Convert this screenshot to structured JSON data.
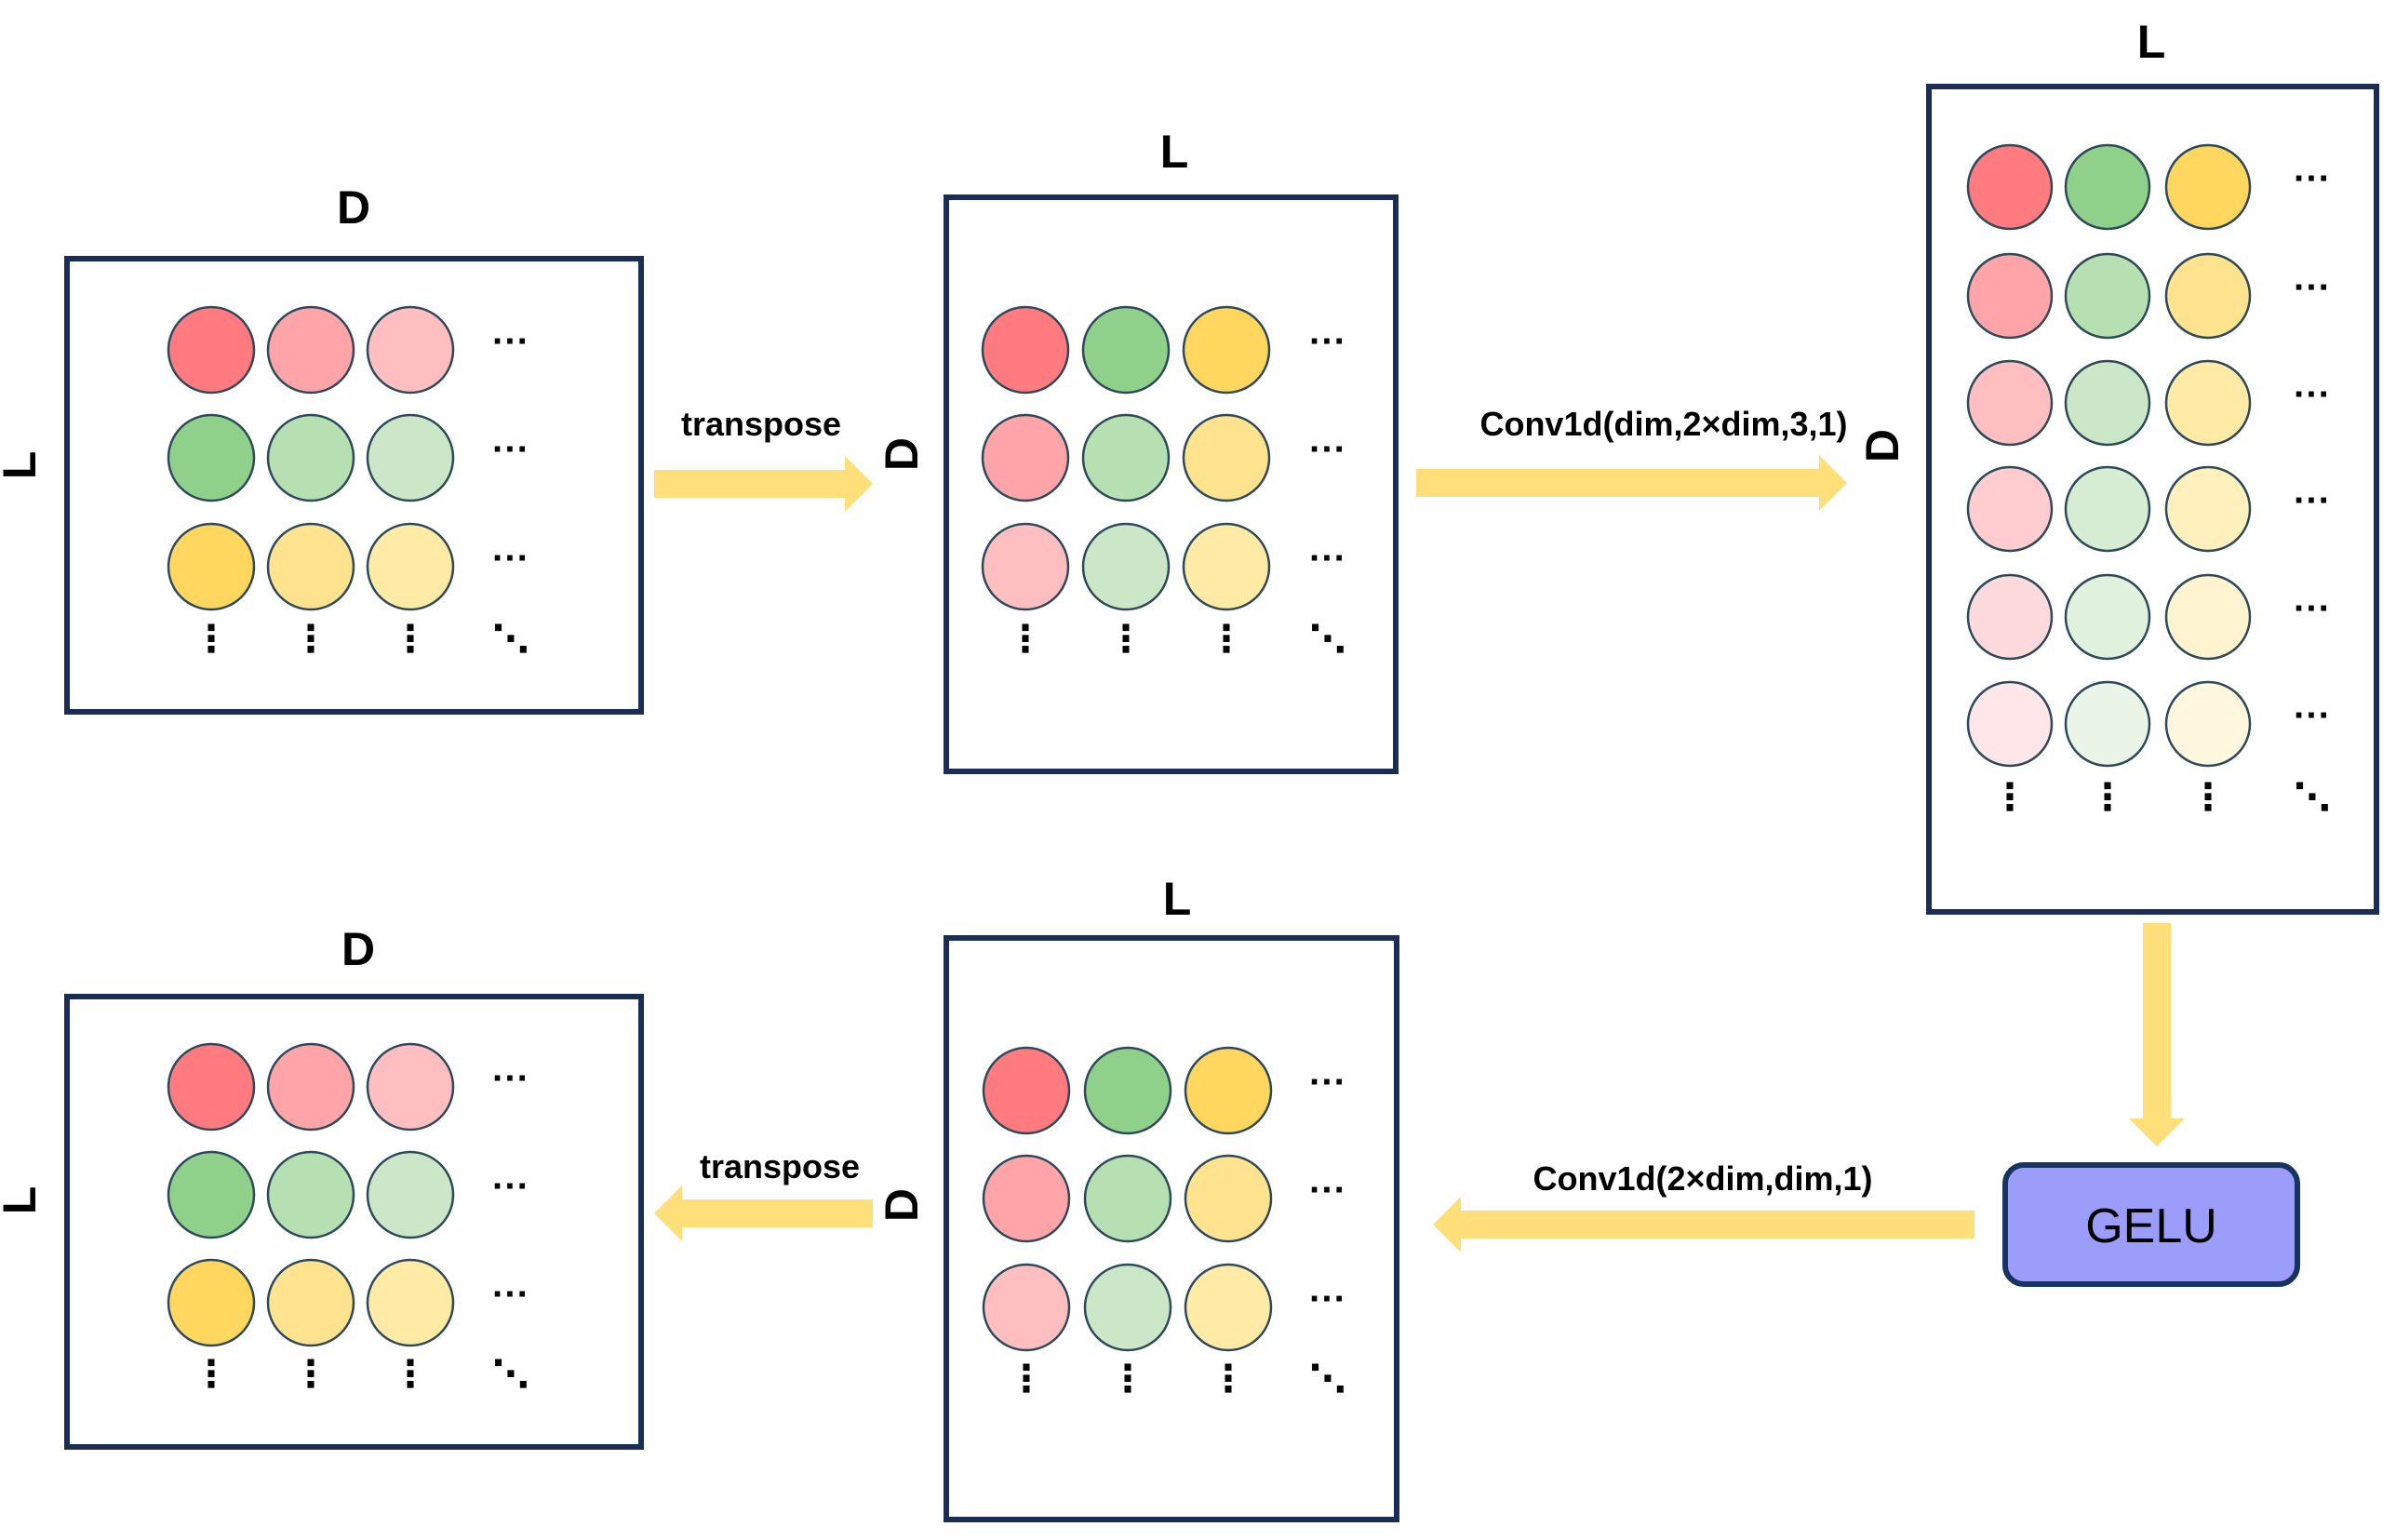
{
  "colors": {
    "box_border": "#1a2e55",
    "arrow": "#ffdf7a",
    "gelu_fill": "#9c9cfa",
    "gelu_border": "#17335f",
    "red": [
      "#ff7b7f",
      "#ffa5aa",
      "#ffbfc1",
      "#ffccd0",
      "#ffdadd",
      "#ffe6e8"
    ],
    "green": [
      "#8fd18a",
      "#b7e0b2",
      "#cbe7c7",
      "#d6edd3",
      "#e0f2dd",
      "#eaf5e7"
    ],
    "yellow": [
      "#ffd75e",
      "#ffe38e",
      "#ffeaa6",
      "#fff0bd",
      "#fff4cf",
      "#fff8de"
    ]
  },
  "labels": {
    "L": "L",
    "D": "D",
    "transpose": "transpose",
    "conv_up": "Conv1d(dim,2×dim,3,1)",
    "conv_down": "Conv1d(2×dim,dim,1)",
    "gelu": "GELU",
    "h_ellipsis": "···",
    "v_ellipsis": "⋮",
    "d_ellipsis": "⋱"
  },
  "matrices": [
    {
      "id": "input-matrix",
      "top_label": "D",
      "side_label": "L",
      "rows": [
        [
          "red0",
          "red1",
          "red2"
        ],
        [
          "green0",
          "green1",
          "green2"
        ],
        [
          "yellow0",
          "yellow1",
          "yellow2"
        ]
      ]
    },
    {
      "id": "transposed-matrix",
      "top_label": "L",
      "side_label": "D",
      "rows": [
        [
          "red0",
          "green0",
          "yellow0"
        ],
        [
          "red1",
          "green1",
          "yellow1"
        ],
        [
          "red2",
          "green2",
          "yellow2"
        ]
      ]
    },
    {
      "id": "expanded-matrix",
      "top_label": "L",
      "side_label": "D",
      "rows": [
        [
          "red0",
          "green0",
          "yellow0"
        ],
        [
          "red1",
          "green1",
          "yellow1"
        ],
        [
          "red2",
          "green2",
          "yellow2"
        ],
        [
          "red3",
          "green3",
          "yellow3"
        ],
        [
          "red4",
          "green4",
          "yellow4"
        ],
        [
          "red5",
          "green5",
          "yellow5"
        ]
      ]
    },
    {
      "id": "reduced-matrix",
      "top_label": "L",
      "side_label": "D",
      "rows": [
        [
          "red0",
          "green0",
          "yellow0"
        ],
        [
          "red1",
          "green1",
          "yellow1"
        ],
        [
          "red2",
          "green2",
          "yellow2"
        ]
      ]
    },
    {
      "id": "output-matrix",
      "top_label": "D",
      "side_label": "L",
      "rows": [
        [
          "red0",
          "red1",
          "red2"
        ],
        [
          "green0",
          "green1",
          "green2"
        ],
        [
          "yellow0",
          "yellow1",
          "yellow2"
        ]
      ]
    }
  ]
}
